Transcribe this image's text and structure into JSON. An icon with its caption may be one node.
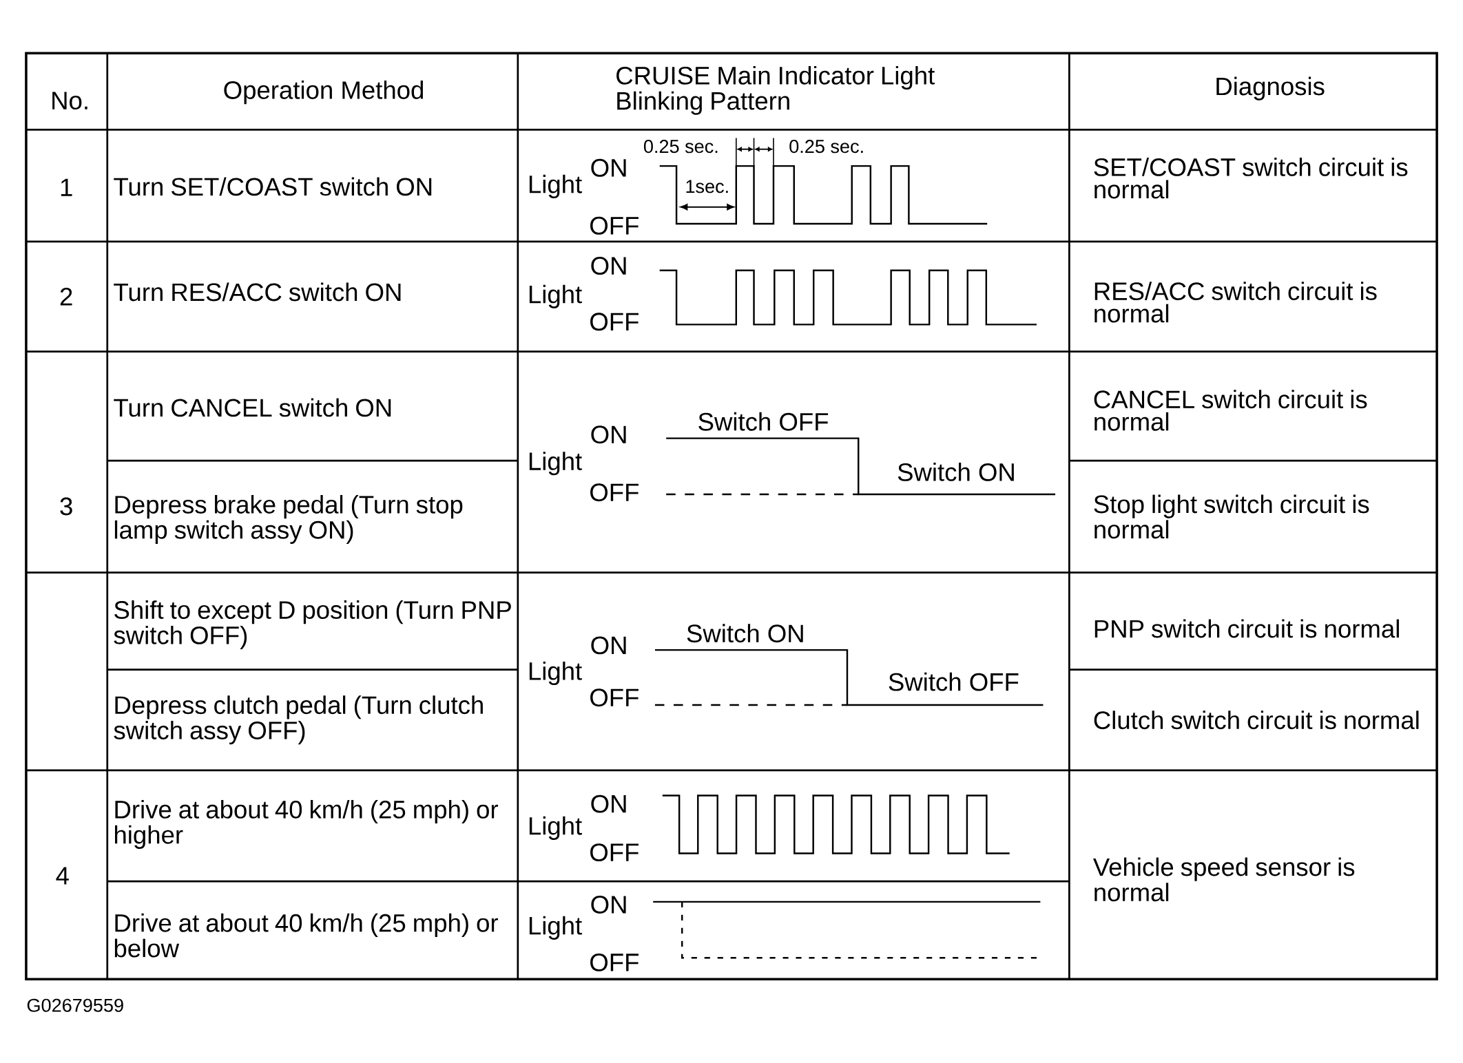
{
  "diagram": {
    "labels": [
      "No.",
      "Operation Method",
      "CRUISE Main Indicator Light Blinking Pattern",
      "Diagnosis",
      "1",
      "Turn SET/COAST switch ON",
      "Light",
      "ON",
      "OFF",
      "0.25 sec.",
      "0.25 sec.",
      "1sec.",
      "SET/COAST switch circuit is normal",
      "2",
      "Turn RES/ACC switch ON",
      "Light",
      "ON",
      "OFF",
      "RES/ACC switch circuit is normal",
      "3",
      "Turn CANCEL switch ON",
      "Light",
      "ON",
      "OFF",
      "Switch OFF",
      "Switch ON",
      "CANCEL switch circuit is normal",
      "Depress brake pedal (Turn stop lamp switch assy ON)",
      "Stop light switch circuit is normal",
      "Shift to except D position (Turn PNP switch OFF)",
      "Light",
      "ON",
      "OFF",
      "Switch ON",
      "Switch OFF",
      "PNP switch circuit is normal",
      "Depress clutch pedal (Turn clutch switch assy OFF)",
      "Clutch switch circuit is normal",
      "4",
      "Drive at about 40 km/h (25 mph) or higher",
      "Light",
      "ON",
      "OFF",
      "Vehicle speed sensor is normal",
      "Drive at about 40 km/h (25 mph) or below",
      "Light",
      "ON",
      "OFF",
      "G02679559"
    ]
  }
}
